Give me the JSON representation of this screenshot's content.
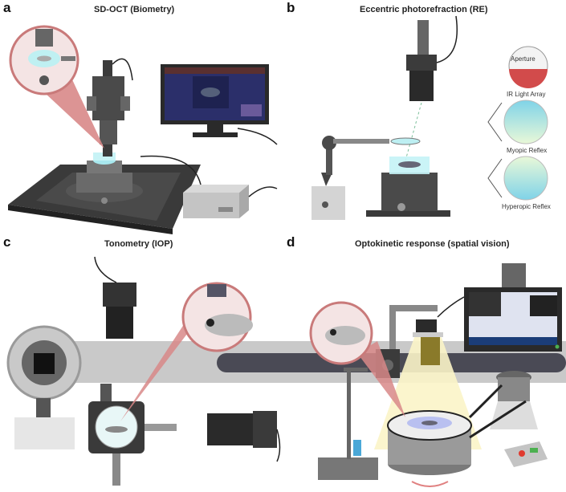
{
  "panels": {
    "a": {
      "letter": "a",
      "title": "SD-OCT (Biometry)"
    },
    "b": {
      "letter": "b",
      "title": "Eccentric photorefraction (RE)",
      "aperture_label": "Aperture",
      "ir_label": "IR Light Array",
      "myopic_label": "Myopic Reflex",
      "hyperopic_label": "Hyperopic Reflex"
    },
    "c": {
      "letter": "c",
      "title": "Tonometry (IOP)"
    },
    "d": {
      "letter": "d",
      "title": "Optokinetic response (spatial vision)"
    }
  },
  "colors": {
    "dark": "#3b3b3b",
    "mid_gray": "#8a8a8a",
    "light_gray": "#cfcfcf",
    "rose": "#c97a7a",
    "aperture_red": "#d24b4b",
    "myopic_gradient": [
      "#7fd3e8",
      "#e9f8d8"
    ],
    "hyperopic_gradient": [
      "#e9f8d8",
      "#7fd3e8"
    ],
    "light_yellow": "#fbf4c8",
    "screen_blue": "#2b2f6a",
    "green_button": "#4cb050",
    "red_button": "#e03a2f",
    "arrow_red": "#e08080"
  }
}
